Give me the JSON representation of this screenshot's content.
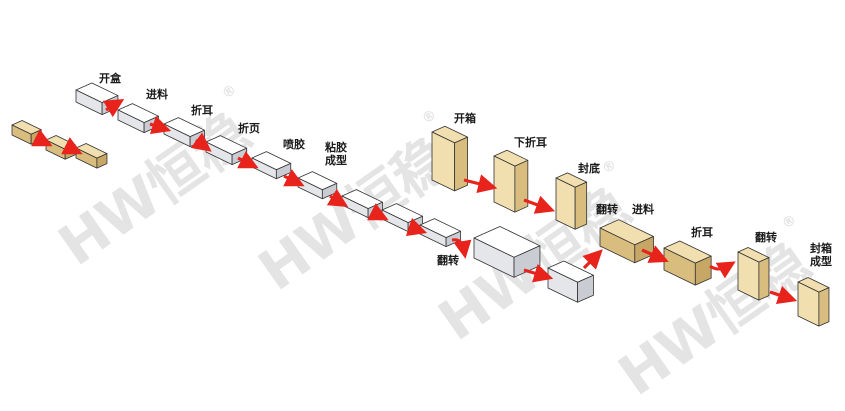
{
  "watermark": {
    "text": "HW恒稳",
    "registered_mark": "®",
    "color": "#cfcfcf"
  },
  "labels": {
    "open_box": "开盒",
    "feed_1": "进料",
    "fold_ear_1": "折耳",
    "fold_page": "折页",
    "glue_spray": "喷胶",
    "glue_form_line1": "粘胶",
    "glue_form_line2": "成型",
    "flip_1": "翻转",
    "open_case": "开箱",
    "lower_fold_ear": "下折耳",
    "seal_bottom": "封底",
    "flip_2": "翻转",
    "feed_2": "进料",
    "fold_ear_2": "折耳",
    "flip_3": "翻转",
    "seal_form_line1": "封箱",
    "seal_form_line2": "成型"
  },
  "colors": {
    "arrow": "#e8231c",
    "carton": "#f2dfb0",
    "carton_side": "#d9bd7e",
    "carton_dark": "#c7a766",
    "box_white": "#ffffff",
    "box_side": "#e4e6ea",
    "box_dark": "#c9ccd2",
    "outline": "#333333"
  }
}
